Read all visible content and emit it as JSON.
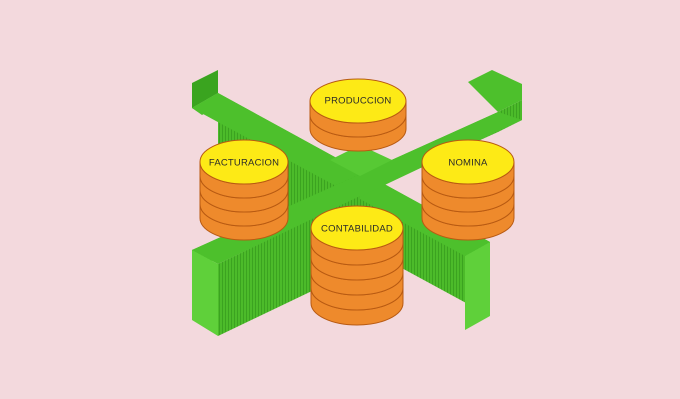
{
  "colors": {
    "background": "#f3d9dd",
    "wall_top": "#4dc02c",
    "wall_side": "#39a51f",
    "wall_front": "#5fd03a",
    "wall_stripe": "#2e8f18",
    "disk_top": "#fdea16",
    "disk_side": "#ee8a2c",
    "disk_edge": "#b85a12"
  },
  "diagram": {
    "stacks": [
      {
        "id": "produccion",
        "label": "PRODUCCION",
        "disk_count": 2
      },
      {
        "id": "facturacion",
        "label": "FACTURACION",
        "disk_count": 4
      },
      {
        "id": "nomina",
        "label": "NOMINA",
        "disk_count": 4
      },
      {
        "id": "contabilidad",
        "label": "CONTABILIDAD",
        "disk_count": 5
      }
    ]
  }
}
